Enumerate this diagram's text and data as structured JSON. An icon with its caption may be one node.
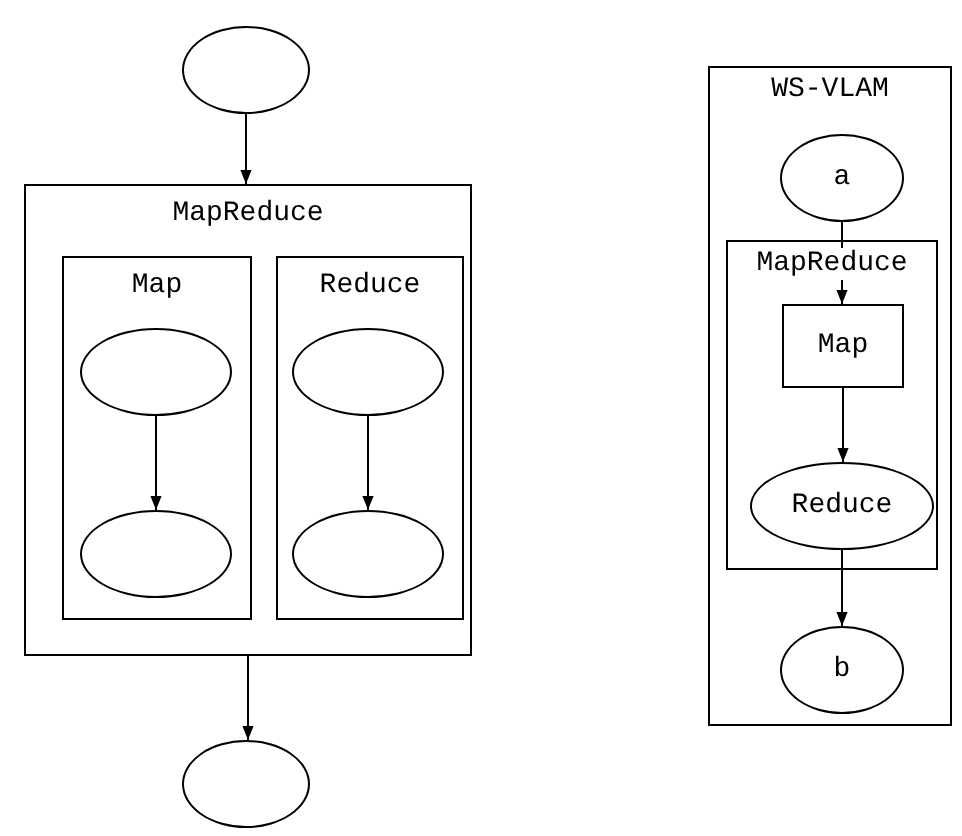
{
  "diagram": {
    "nodes": [
      {
        "text": [],
        "shape": "ellipse"
      },
      {
        "text": [
          "MapReduce"
        ]
      },
      {
        "text": [
          "Map"
        ],
        "in": 1
      },
      {
        "text": [],
        "shape": "ellipse",
        "in": 2
      },
      {
        "text": [],
        "shape": "ellipse",
        "in": 2
      },
      {
        "text": [
          "Reduce"
        ],
        "in": 1
      },
      {
        "text": [],
        "shape": "ellipse",
        "in": 5
      },
      {
        "text": [],
        "shape": "ellipse",
        "in": 5
      },
      {
        "text": [],
        "shape": "ellipse"
      },
      {
        "text": [
          "WS-VLAM"
        ]
      },
      {
        "text": [
          "a"
        ],
        "in": 9
      },
      {
        "text": [
          "MapReduce"
        ],
        "in": 9
      },
      {
        "text": [
          "Map"
        ],
        "in": 11
      },
      {
        "text": [
          "Reduce"
        ],
        "in": 11
      },
      {
        "text": [
          "b"
        ],
        "in": 9
      }
    ],
    "edges": [
      {
        "from": 0,
        "to": 1,
        "arrow": "to"
      },
      {
        "from": 3,
        "to": 4,
        "arrow": "to"
      },
      {
        "from": 6,
        "to": 7,
        "arrow": "to"
      },
      {
        "from": 1,
        "to": 8,
        "arrow": "to"
      },
      {
        "from": 10,
        "to": 12,
        "arrow": "to"
      },
      {
        "from": 12,
        "to": 13,
        "arrow": "to"
      },
      {
        "from": 13,
        "to": 14,
        "arrow": "to"
      }
    ]
  }
}
